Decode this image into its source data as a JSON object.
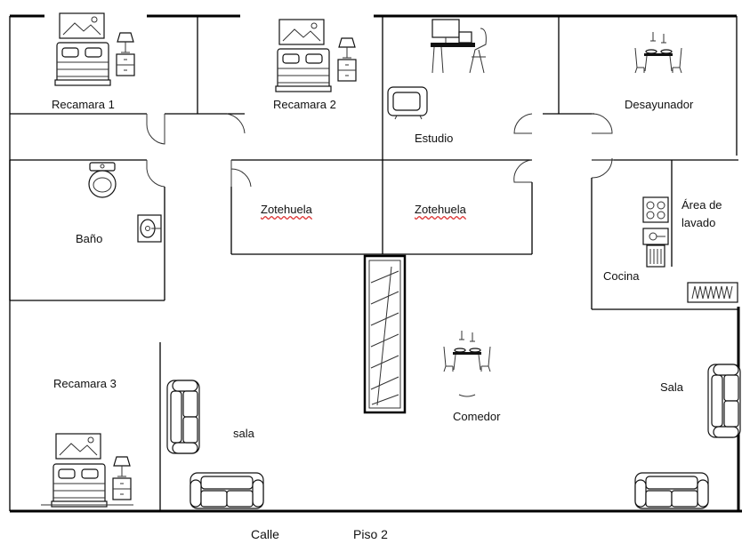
{
  "plan": {
    "rooms": {
      "recamara1": "Recamara 1",
      "recamara2": "Recamara 2",
      "estudio": "Estudio",
      "desayunador": "Desayunador",
      "bano": "Baño",
      "zotehuela1": "Zotehuela",
      "zotehuela2": "Zotehuela",
      "area_lavado": "Área de lavado",
      "cocina": "Cocina",
      "recamara3": "Recamara 3",
      "sala_left": "sala",
      "comedor": "Comedor",
      "sala_right": "Sala"
    },
    "captions": {
      "street": "Calle",
      "floor": "Piso 2"
    },
    "icons": [
      "picture-frame-icon",
      "bed-icon",
      "lamp-nightstand-icon",
      "toilet-icon",
      "sink-icon",
      "desk-computer-icon",
      "chair-icon",
      "dining-table-icon",
      "stove-icon",
      "washer-icon",
      "radiator-icon",
      "sofa-icon",
      "stairs-icon"
    ]
  }
}
